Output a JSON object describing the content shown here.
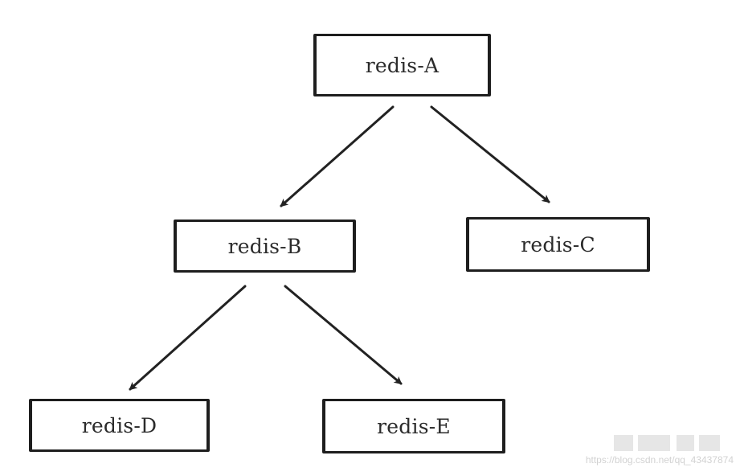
{
  "nodes": {
    "a": "redis-A",
    "b": "redis-B",
    "c": "redis-C",
    "d": "redis-D",
    "e": "redis-E"
  },
  "edges": [
    {
      "from": "redis-A",
      "to": "redis-B"
    },
    {
      "from": "redis-A",
      "to": "redis-C"
    },
    {
      "from": "redis-B",
      "to": "redis-D"
    },
    {
      "from": "redis-B",
      "to": "redis-E"
    }
  ],
  "watermark": "https://blog.csdn.net/qq_43437874",
  "colors": {
    "line": "#222222",
    "text": "#2b2b2b",
    "background": "#ffffff"
  }
}
